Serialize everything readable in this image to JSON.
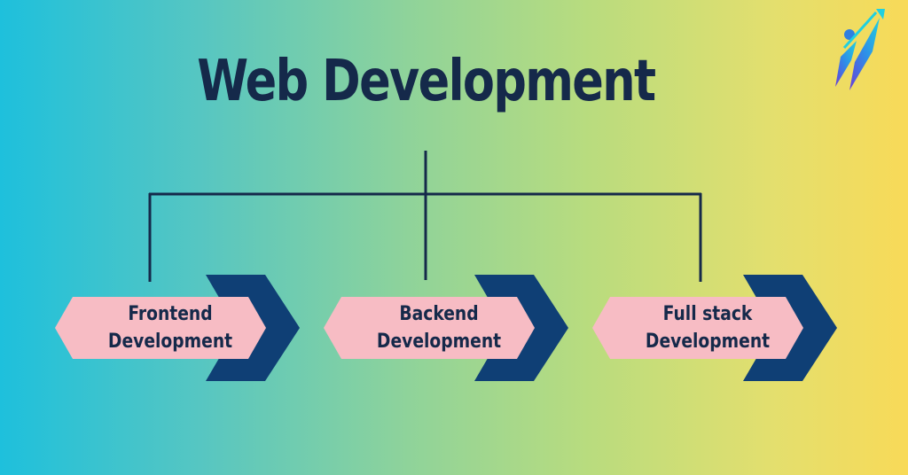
{
  "title": "Web Development",
  "nodes": [
    {
      "label": "Frontend\nDevelopment"
    },
    {
      "label": "Backend\nDevelopment"
    },
    {
      "label": "Full stack\nDevelopment"
    }
  ],
  "colors": {
    "text": "#15294a",
    "node_fill": "#f7bcc4",
    "chevron": "#0f3f75",
    "connector": "#15294a"
  },
  "icons": {
    "logo": "growth-arrow-logo"
  }
}
